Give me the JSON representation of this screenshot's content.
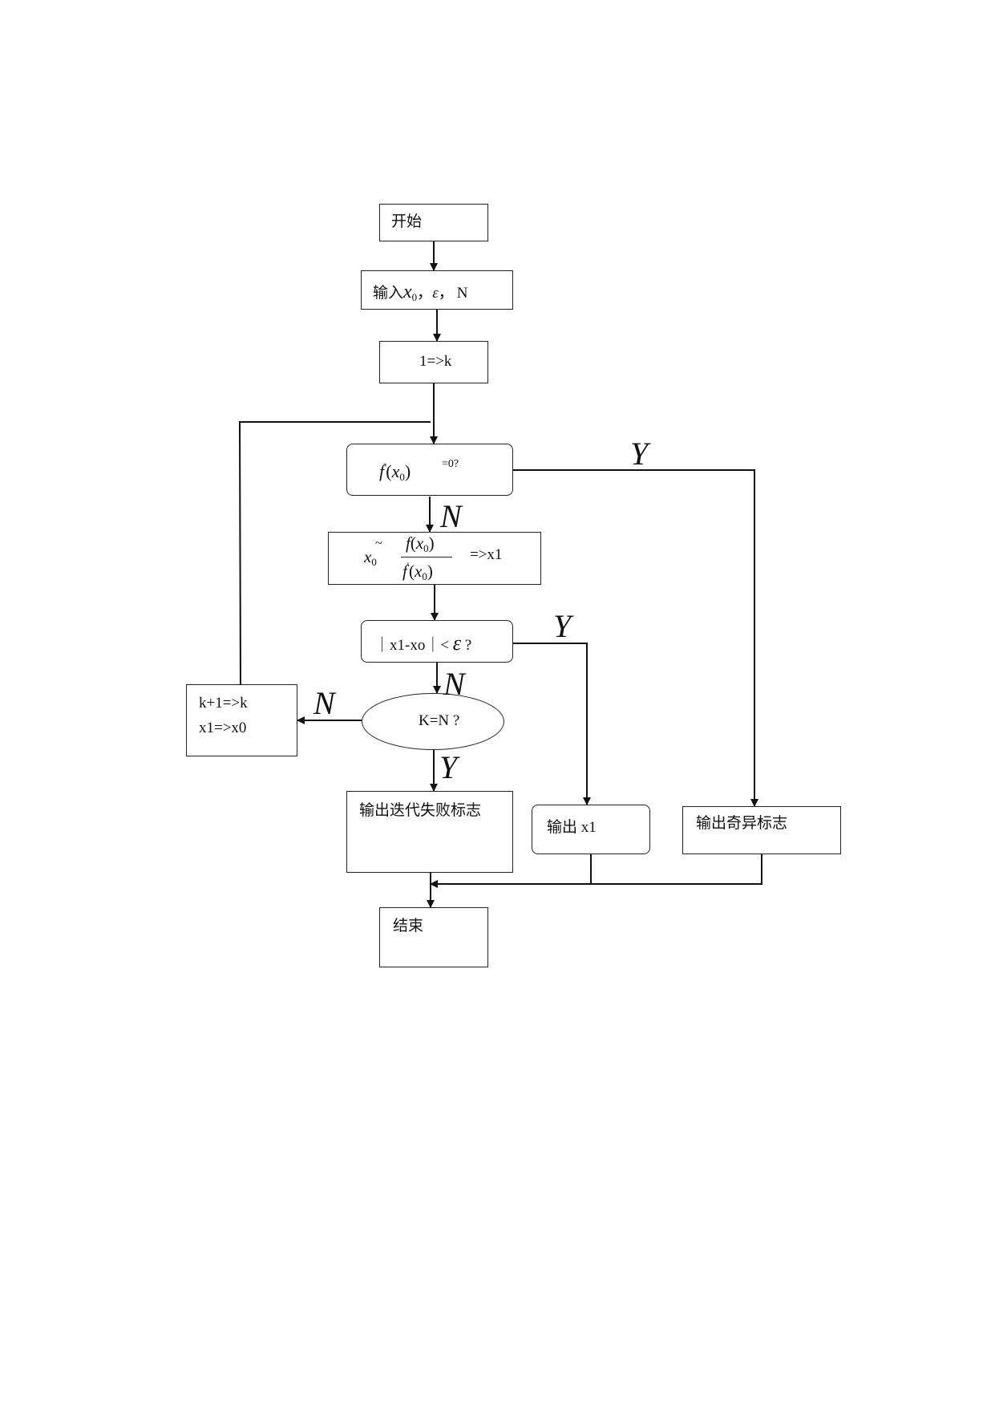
{
  "nodes": {
    "start": "开始",
    "input_prefix": "输入",
    "input_x": "x",
    "input_x_sub": "0",
    "input_sep": "，",
    "input_eps": "ε",
    "input_n": "N",
    "init_k": "1=>k",
    "cond1_f": "f",
    "cond1_prime": "'",
    "cond1_x": "x",
    "cond1_sub": "0",
    "cond1_tail": "=0?",
    "iter_x": "x",
    "iter_sub": "0",
    "iter_tilde": "~",
    "iter_num_f": "f",
    "iter_num_x": "x",
    "iter_num_sub": "0",
    "iter_den_f": "f",
    "iter_den_prime": "'",
    "iter_den_x": "x",
    "iter_den_sub": "0",
    "iter_result": "=>x1",
    "cond2_left": "｜x1-xo｜<",
    "cond2_eps": "ε",
    "cond2_q": "?",
    "cond3": "K=N ?",
    "update_line1": "k+1=>k",
    "update_line2": "x1=>x0",
    "out_fail": "输出迭代失败标志",
    "out_x1": "输出 x1",
    "out_singular": "输出奇异标志",
    "end": "结束"
  },
  "edge_labels": {
    "cond1_yes": "Y",
    "cond1_no": "N",
    "cond2_yes": "Y",
    "cond2_no": "N",
    "cond3_no": "N",
    "cond3_yes": "Y"
  }
}
